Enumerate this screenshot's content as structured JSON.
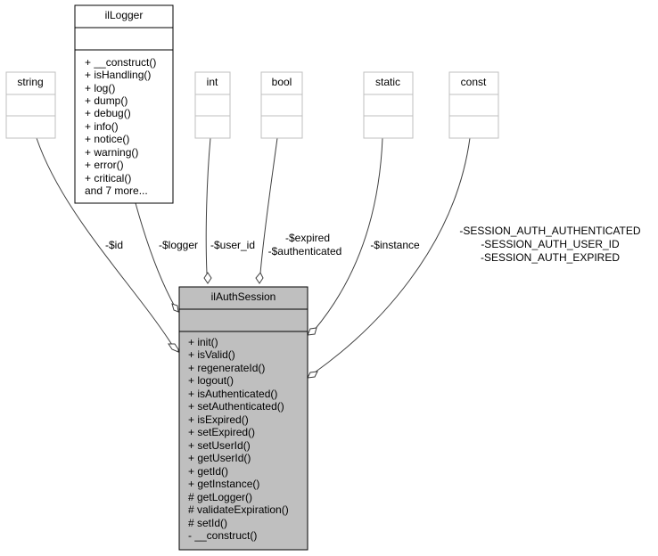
{
  "classes": {
    "string": {
      "name": "string"
    },
    "ilLogger": {
      "name": "ilLogger",
      "methods": [
        "+ __construct()",
        "+ isHandling()",
        "+ log()",
        "+ dump()",
        "+ debug()",
        "+ info()",
        "+ notice()",
        "+ warning()",
        "+ error()",
        "+ critical()",
        "and 7 more..."
      ]
    },
    "int": {
      "name": "int"
    },
    "bool": {
      "name": "bool"
    },
    "static": {
      "name": "static"
    },
    "const": {
      "name": "const"
    },
    "ilAuthSession": {
      "name": "ilAuthSession",
      "methods": [
        "+ init()",
        "+ isValid()",
        "+ regenerateId()",
        "+ logout()",
        "+ isAuthenticated()",
        "+ setAuthenticated()",
        "+ isExpired()",
        "+ setExpired()",
        "+ setUserId()",
        "+ getUserId()",
        "+ getId()",
        "+ getInstance()",
        "# getLogger()",
        "# validateExpiration()",
        "# setId()",
        "- __construct()"
      ]
    }
  },
  "edges": {
    "id": [
      "-$id"
    ],
    "logger": [
      "-$logger"
    ],
    "user_id": [
      "-$user_id"
    ],
    "bool": [
      "-$expired",
      "-$authenticated"
    ],
    "instance": [
      "-$instance"
    ],
    "const": [
      "-SESSION_AUTH_AUTHENTICATED",
      "-SESSION_AUTH_USER_ID",
      "-SESSION_AUTH_EXPIRED"
    ]
  },
  "colors": {
    "main_fill": "#bfbfbf",
    "border": "#000000",
    "light_border": "#bfbfbf",
    "edge": "#404040"
  }
}
